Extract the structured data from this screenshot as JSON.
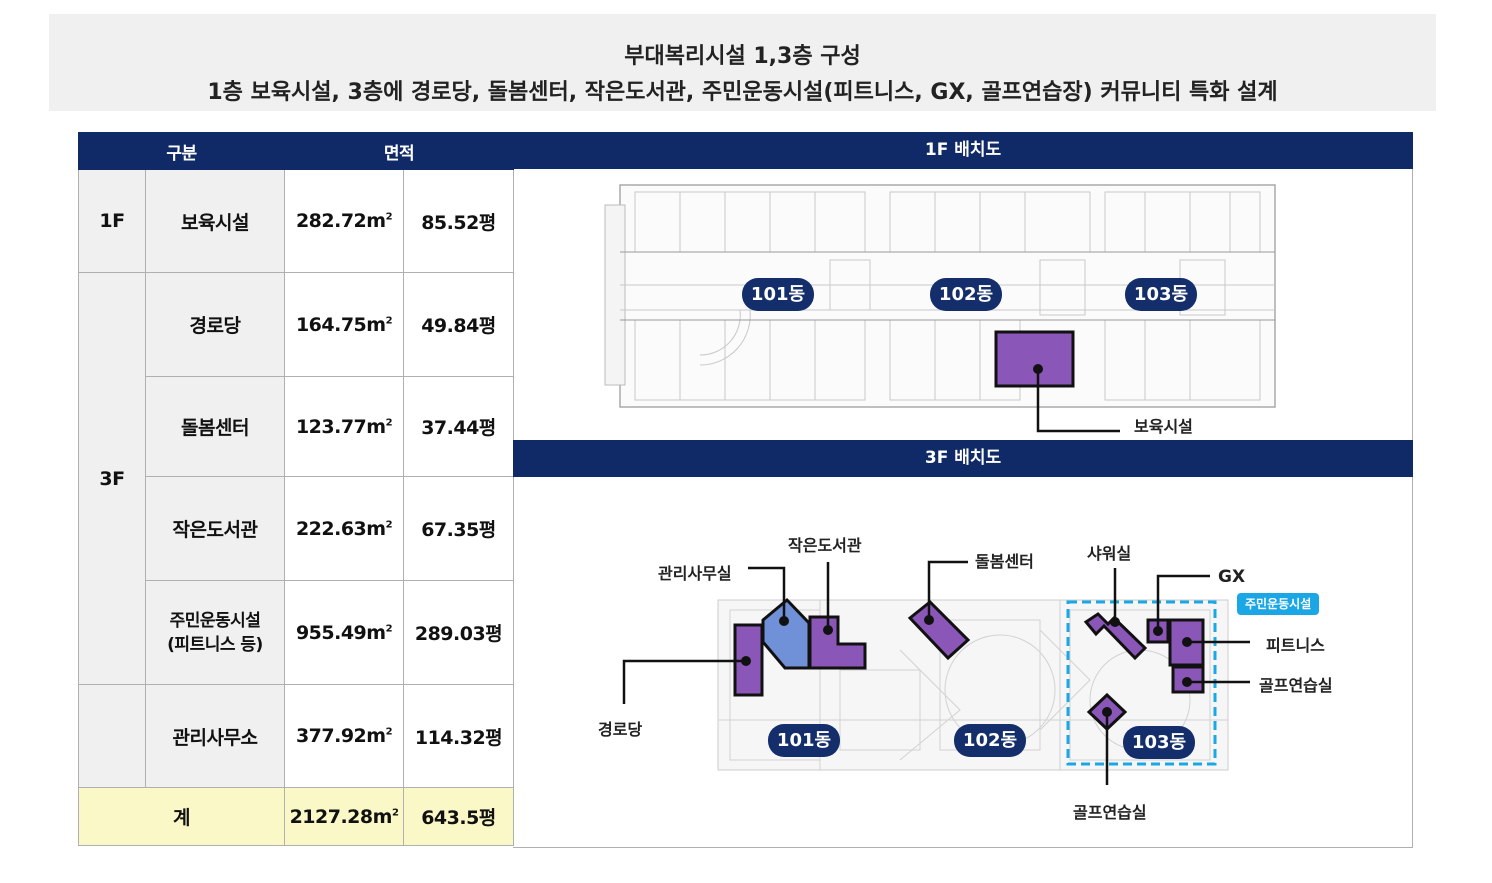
{
  "header": {
    "title": "부대복리시설 1,3층 구성",
    "subtitle": "1층 보육시설, 3층에 경로당, 돌봄센터, 작은도서관, 주민운동시설(피트니스, GX, 골프연습장) 커뮤니티 특화 설계"
  },
  "table": {
    "headers": {
      "category": "구분",
      "area": "면적"
    },
    "floor_1f": "1F",
    "floor_3f": "3F",
    "rows": [
      {
        "name": "보육시설",
        "sqm": "282.72",
        "pyeong": "85.52평"
      },
      {
        "name": "경로당",
        "sqm": "164.75",
        "pyeong": "49.84평"
      },
      {
        "name": "돌봄센터",
        "sqm": "123.77",
        "pyeong": "37.44평"
      },
      {
        "name": "작은도서관",
        "sqm": "222.63",
        "pyeong": "67.35평"
      },
      {
        "name_line1": "주민운동시설",
        "name_line2": "(피트니스 등)",
        "sqm": "955.49",
        "pyeong": "289.03평"
      },
      {
        "name": "관리사무소",
        "sqm": "377.92",
        "pyeong": "114.32평"
      }
    ],
    "total": {
      "label": "계",
      "sqm": "2127.28",
      "pyeong": "643.5평"
    },
    "unit_m": "m",
    "unit_sup": "2"
  },
  "plan_1f": {
    "title": "1F 배치도",
    "buildings": [
      "101동",
      "102동",
      "103동"
    ],
    "label": "보육시설"
  },
  "plan_3f": {
    "title": "3F 배치도",
    "buildings": [
      "101동",
      "102동",
      "103동"
    ],
    "labels": {
      "office": "관리사무실",
      "library": "작은도서관",
      "care": "돌봄센터",
      "shower": "샤워실",
      "gx": "GX",
      "fitness_zone": "주민운동시설",
      "fitness": "피트니스",
      "golf_right": "골프연습실",
      "senior": "경로당",
      "golf_bottom": "골프연습실"
    }
  },
  "colors": {
    "navy": "#0f2a66",
    "purple": "#8a57b8",
    "blue": "#7090d8",
    "zone": "#1ba7e6",
    "total_bg": "#fbf8c8"
  }
}
